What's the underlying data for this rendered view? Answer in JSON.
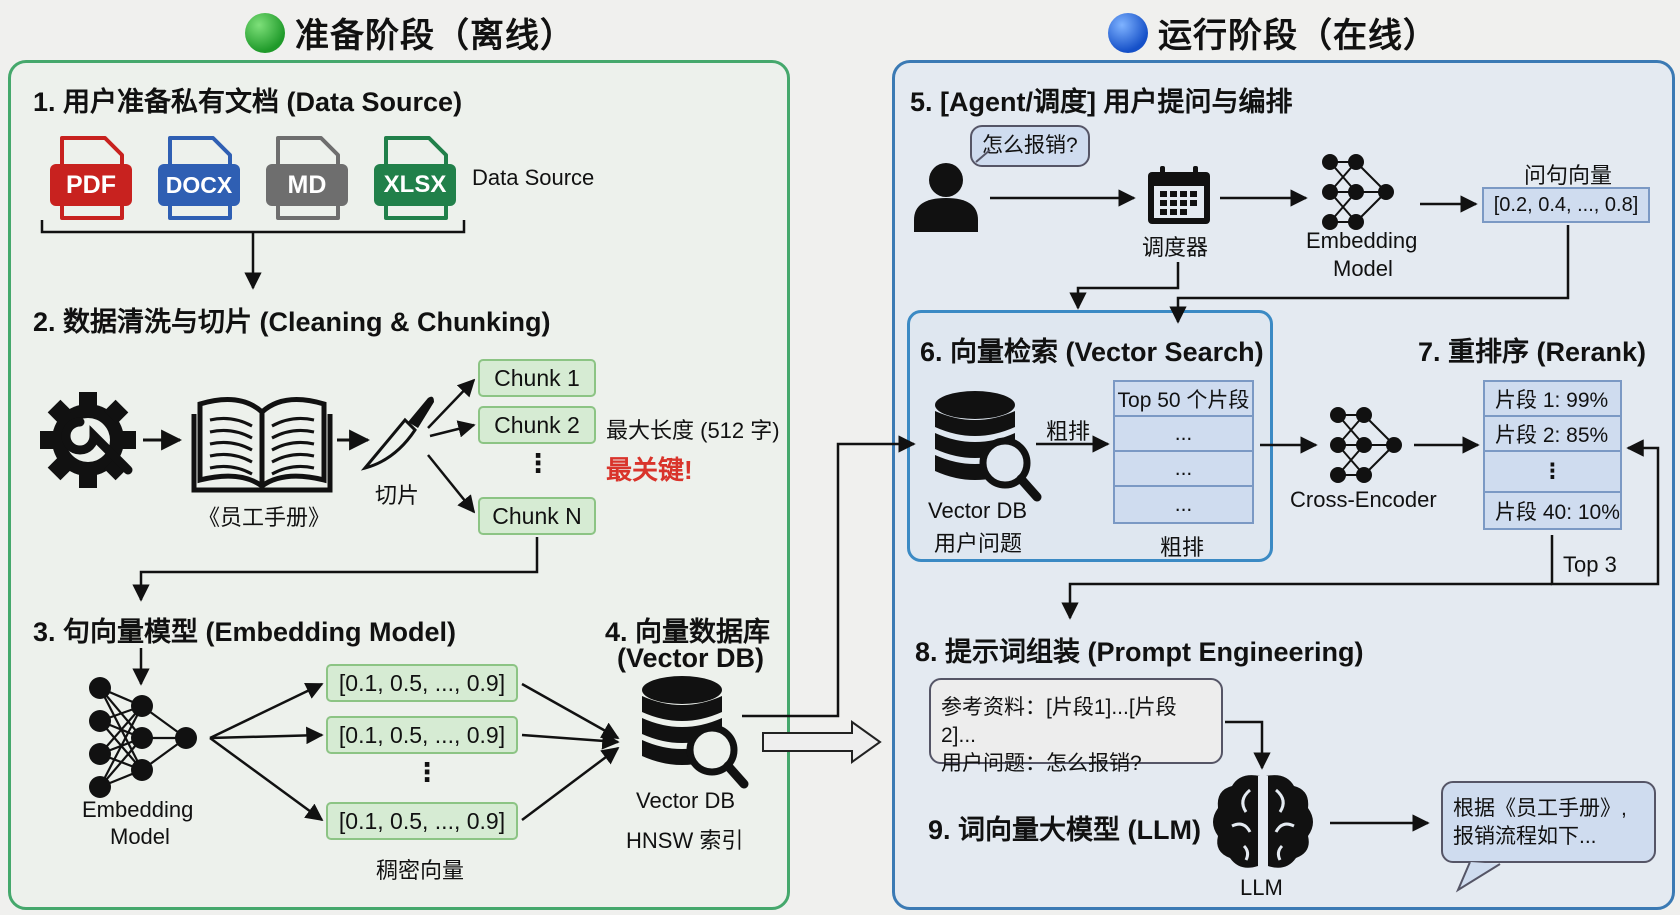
{
  "phases": {
    "offline": {
      "title": "准备阶段（离线）",
      "accent": "#45a86c"
    },
    "online": {
      "title": "运行阶段（在线）",
      "accent": "#3b7ab4"
    }
  },
  "step1": {
    "title": "1. 用户准备私有文档 (Data Source)",
    "files": [
      {
        "label": "PDF",
        "color": "#c8221f"
      },
      {
        "label": "DOCX",
        "color": "#2f5fb3"
      },
      {
        "label": "MD",
        "color": "#6e6e6e"
      },
      {
        "label": "XLSX",
        "color": "#21804a"
      }
    ],
    "caption": "Data Source"
  },
  "step2": {
    "title": "2. 数据清洗与切片 (Cleaning & Chunking)",
    "book_label": "《员工手册》",
    "knife_label": "切片",
    "chunks": [
      "Chunk 1",
      "Chunk 2",
      "Chunk N"
    ],
    "chunk_ellipsis": "⋮",
    "max_length": "最大长度 (512 字)",
    "key_note": "最关键!",
    "key_color": "#d9342b"
  },
  "step3": {
    "title": "3. 句向量模型 (Embedding Model)",
    "model_label_1": "Embedding",
    "model_label_2": "Model",
    "vectors": [
      "[0.1, 0.5, ..., 0.9]",
      "[0.1, 0.5, ..., 0.9]",
      "[0.1, 0.5, ..., 0.9]"
    ],
    "vector_ellipsis": "⋮",
    "caption": "稠密向量"
  },
  "step4": {
    "title_1": "4. 向量数据库",
    "title_2": "(Vector DB)",
    "db_label": "Vector DB",
    "index_label": "HNSW 索引"
  },
  "step5": {
    "title": "5. [Agent/调度] 用户提问与编排",
    "question": "怎么报销?",
    "scheduler_label": "调度器",
    "model_label_1": "Embedding",
    "model_label_2": "Model",
    "vector_title": "问句向量",
    "vector": "[0.2, 0.4, ..., 0.8]"
  },
  "step6": {
    "title": "6. 向量检索 (Vector Search)",
    "db_label_1": "Vector DB",
    "db_label_2": "用户问题",
    "arrow_label": "粗排",
    "rows": [
      "Top 50 个片段",
      "...",
      "...",
      "..."
    ],
    "caption": "粗排"
  },
  "step7": {
    "title": "7. 重排序 (Rerank)",
    "encoder_label": "Cross-Encoder",
    "rows": [
      "片段 1: 99%",
      "片段 2: 85%",
      "⋮",
      "片段 40: 10%"
    ],
    "top_label": "Top 3"
  },
  "step8": {
    "title": "8. 提示词组装 (Prompt Engineering)",
    "line1": "参考资料：[片段1]...[片段2]...",
    "line2": "用户问题：怎么报销?"
  },
  "step9": {
    "title": "9. 词向量大模型 (LLM)",
    "llm_label": "LLM",
    "answer_1": "根据《员工手册》,",
    "answer_2": "报销流程如下..."
  }
}
